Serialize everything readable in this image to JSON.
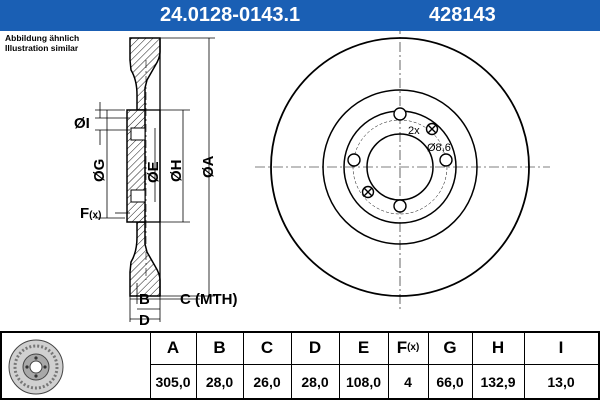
{
  "header": {
    "part_number": "24.0128-0143.1",
    "reference": "428143",
    "background": "#1a5fb4",
    "text_color": "#ffffff"
  },
  "note": {
    "line1": "Abbildung ähnlich",
    "line2": "Illustration similar"
  },
  "drawing_labels": {
    "dia_I": "ØI",
    "dia_G": "ØG",
    "dia_E": "ØE",
    "dia_H": "ØH",
    "dia_A": "ØA",
    "F": "F",
    "F_sub": "(x)",
    "B": "B",
    "C": "C (MTH)",
    "D": "D",
    "holes_count": "2x",
    "holes_dia": "Ø8,6"
  },
  "table": {
    "headers": [
      {
        "label": "A"
      },
      {
        "label": "B"
      },
      {
        "label": "C"
      },
      {
        "label": "D"
      },
      {
        "label": "E"
      },
      {
        "label": "F",
        "sub": "(x)"
      },
      {
        "label": "G"
      },
      {
        "label": "H"
      },
      {
        "label": "I"
      }
    ],
    "values": [
      "305,0",
      "28,0",
      "26,0",
      "28,0",
      "108,0",
      "4",
      "66,0",
      "132,9",
      "13,0"
    ]
  }
}
